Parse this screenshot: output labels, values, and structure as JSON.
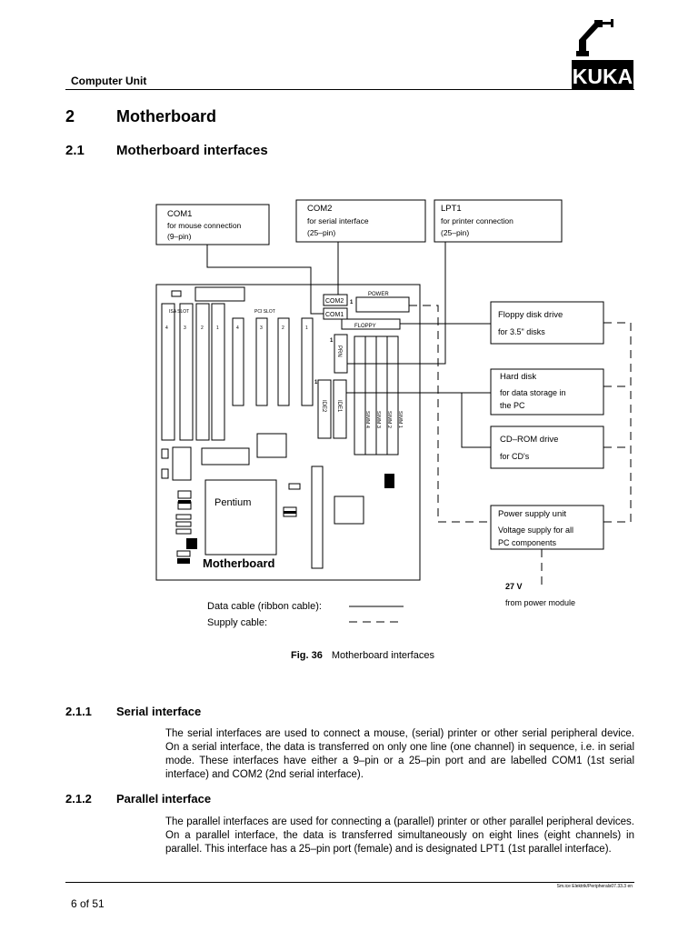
{
  "header": {
    "section_title": "Computer Unit",
    "logo_text": "KUKA"
  },
  "heading1": {
    "number": "2",
    "title": "Motherboard"
  },
  "heading2": {
    "number": "2.1",
    "title": "Motherboard interfaces"
  },
  "figure": {
    "callouts": {
      "com1": {
        "title": "COM1",
        "line1": "for mouse connection",
        "line2": "(9–pin)"
      },
      "com2": {
        "title": "COM2",
        "line1": "for serial interface",
        "line2": "(25–pin)"
      },
      "lpt1": {
        "title": "LPT1",
        "line1": "for printer connection",
        "line2": "(25–pin)"
      }
    },
    "devices": {
      "floppy": {
        "title": "Floppy disk drive",
        "line1": "for 3.5\" disks"
      },
      "harddisk": {
        "title": "Hard disk",
        "line1": "for data storage in",
        "line2": "the PC"
      },
      "cdrom": {
        "title": "CD–ROM drive",
        "line1": "for CD's"
      },
      "psu": {
        "title": "Power supply unit",
        "line1": "Voltage supply for all",
        "line2": "PC components"
      }
    },
    "board": {
      "label": "Motherboard",
      "cpu_label": "Pentium",
      "isa_slot": "ISA SLOT",
      "pci_slot": "PCI SLOT",
      "isa_numbers": [
        "4",
        "3",
        "2",
        "1"
      ],
      "pci_numbers": [
        "4",
        "3",
        "2",
        "1"
      ],
      "com2_port": "COM2",
      "com1_port": "COM1",
      "power_conn": "POWER",
      "floppy_conn": "FLOPPY",
      "prn_conn": "PRN",
      "ide1": "IDE1",
      "ide2": "IDE2",
      "simm": [
        "SIMM 4",
        "SIMM 3",
        "SIMM 2",
        "SIMM 1"
      ],
      "pin1": "1"
    },
    "power_in": {
      "voltage": "27 V",
      "source": "from power module"
    },
    "legend": {
      "data_cable": "Data cable (ribbon cable):",
      "supply_cable": "Supply cable:"
    }
  },
  "caption": {
    "label": "Fig. 36",
    "text": "Motherboard interfaces"
  },
  "section_211": {
    "number": "2.1.1",
    "title": "Serial interface",
    "body": "The serial interfaces are used to connect a mouse, (serial) printer or other serial peripheral device. On a serial interface, the data is transferred on only one line (one channel) in sequence, i.e. in serial mode. These interfaces have either a 9–pin or a 25–pin port and are labelled COM1 (1st serial interface) and COM2 (2nd serial interface)."
  },
  "section_212": {
    "number": "2.1.2",
    "title": "Parallel interface",
    "body": "The parallel interfaces are used for connecting a (parallel) printer or other parallel peripheral devices. On a parallel interface, the data is transferred simultaneously on eight lines (eight channels) in parallel. This interface has a 25–pin port (female) and is designated LPT1 (1st parallel interface)."
  },
  "footer": {
    "doc_code": "Sm.ice Elektrik/Peripherals07.33.3 en",
    "page": "6 of 51"
  }
}
